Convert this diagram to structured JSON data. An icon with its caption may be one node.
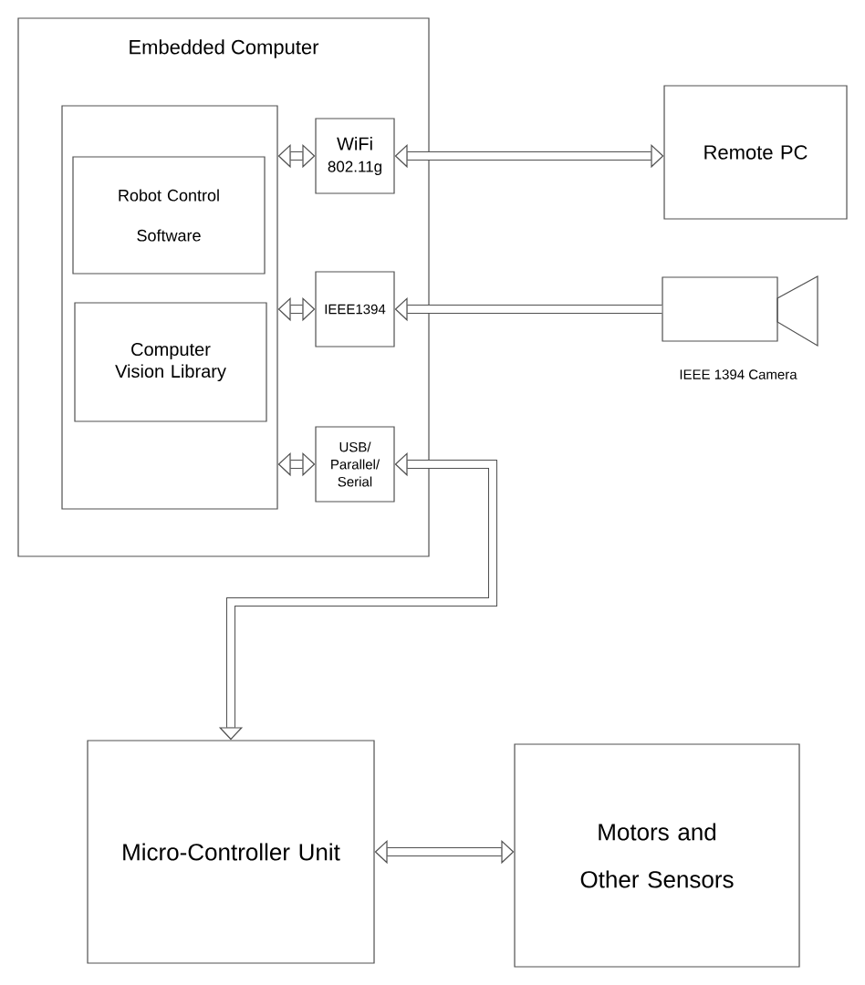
{
  "diagram": {
    "nodes": [
      {
        "text": [
          "Embedded Computer"
        ]
      },
      {
        "text": [],
        "shape": "box",
        "in": 0
      },
      {
        "text": [
          "Robot Control Software"
        ],
        "in": 1
      },
      {
        "text": [
          "Computer Vision Library"
        ],
        "in": 1
      },
      {
        "text": [
          "WiFi",
          "802.11g"
        ],
        "in": 0
      },
      {
        "text": [
          "IEEE1394"
        ],
        "in": 0
      },
      {
        "text": [
          "USB/ Parallel/ Serial"
        ],
        "in": 0
      },
      {
        "text": [
          "Remote  PC"
        ]
      },
      {
        "text": [],
        "shape": "camera",
        "beside": [
          "IEEE 1394 Camera"
        ]
      },
      {
        "text": [
          "Micro-Controller Unit"
        ]
      },
      {
        "text": [
          "Motors and Other Sensors"
        ]
      }
    ],
    "edges": [
      {
        "from": 1,
        "to": 4,
        "arrow": "both"
      },
      {
        "from": 1,
        "to": 5,
        "arrow": "both"
      },
      {
        "from": 1,
        "to": 6,
        "arrow": "both"
      },
      {
        "from": 4,
        "to": 7,
        "arrow": "both"
      },
      {
        "from": 8,
        "to": 5,
        "arrow": "to"
      },
      {
        "from": 6,
        "to": 9,
        "arrow": "both"
      },
      {
        "from": 9,
        "to": 10,
        "arrow": "both"
      }
    ]
  }
}
